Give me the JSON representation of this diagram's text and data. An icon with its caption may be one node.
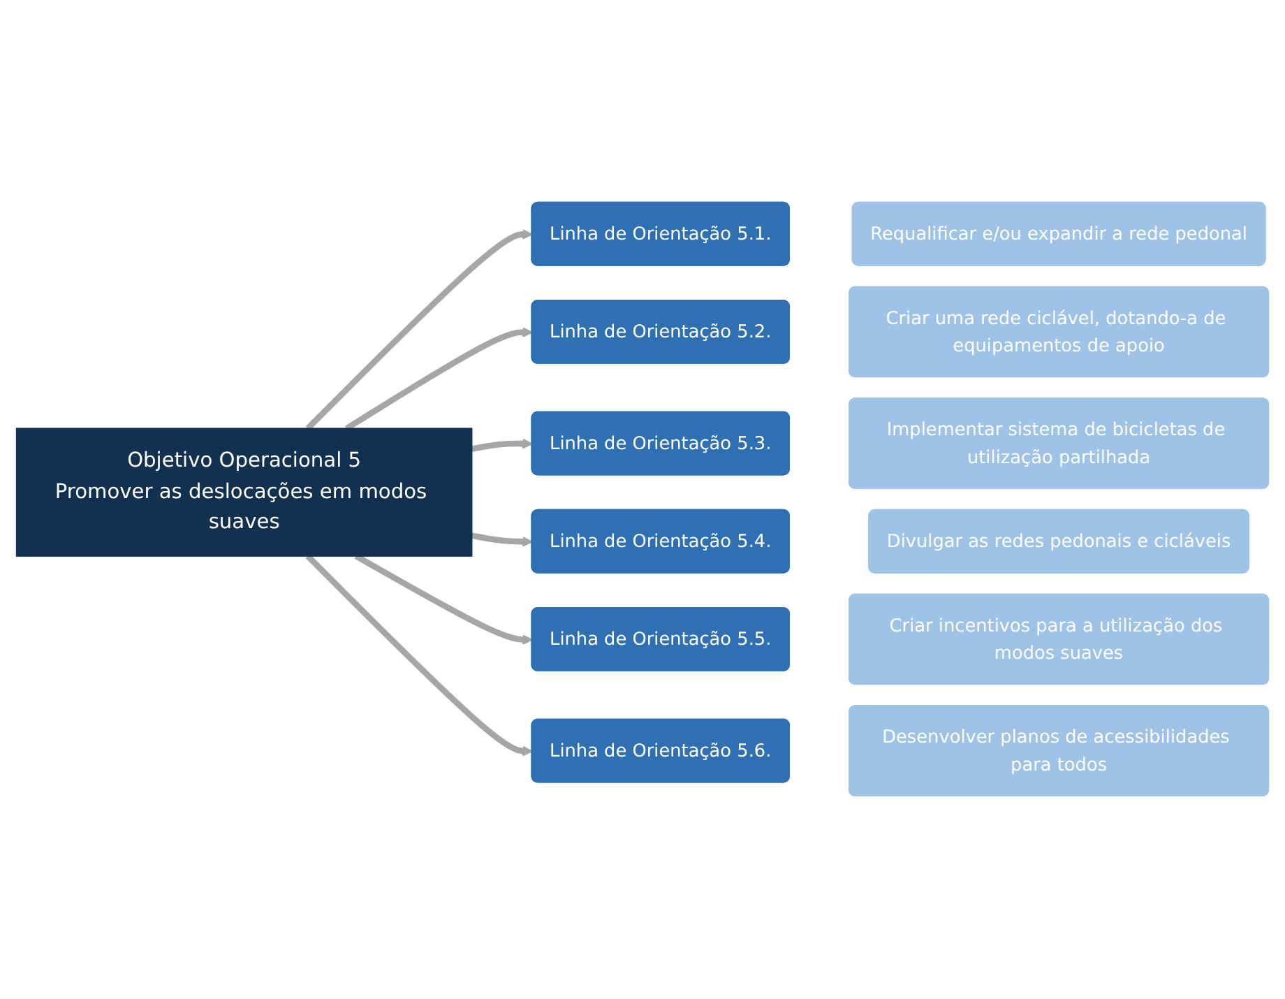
{
  "diagram": {
    "nodes": [
      {
        "text": [
          "Objetivo Operacional 5",
          "Promover as deslocações em modos suaves"
        ]
      },
      {
        "text": [
          "Linha de Orientação 5.1."
        ]
      },
      {
        "text": [
          "Requalificar e/ou expandir a rede pedonal"
        ]
      },
      {
        "text": [
          "Linha de Orientação 5.2."
        ]
      },
      {
        "text": [
          "Criar uma rede ciclável, dotando-a de equipamentos de apoio"
        ]
      },
      {
        "text": [
          "Linha de Orientação 5.3."
        ]
      },
      {
        "text": [
          "Implementar sistema de bicicletas de utilização partilhada"
        ]
      },
      {
        "text": [
          "Linha de Orientação 5.4."
        ]
      },
      {
        "text": [
          "Divulgar as redes pedonais e cicláveis"
        ]
      },
      {
        "text": [
          "Linha de Orientação 5.5."
        ]
      },
      {
        "text": [
          "Criar incentivos para a utilização dos modos suaves"
        ]
      },
      {
        "text": [
          "Linha de Orientação 5.6."
        ]
      },
      {
        "text": [
          "Desenvolver planos de acessibilidades para todos"
        ]
      }
    ],
    "edges": [
      {
        "from": 0,
        "to": 1,
        "arrow": "to"
      },
      {
        "from": 0,
        "to": 3,
        "arrow": "to"
      },
      {
        "from": 0,
        "to": 5,
        "arrow": "to"
      },
      {
        "from": 0,
        "to": 7,
        "arrow": "to"
      },
      {
        "from": 0,
        "to": 9,
        "arrow": "to"
      },
      {
        "from": 0,
        "to": 11,
        "arrow": "to"
      }
    ]
  }
}
